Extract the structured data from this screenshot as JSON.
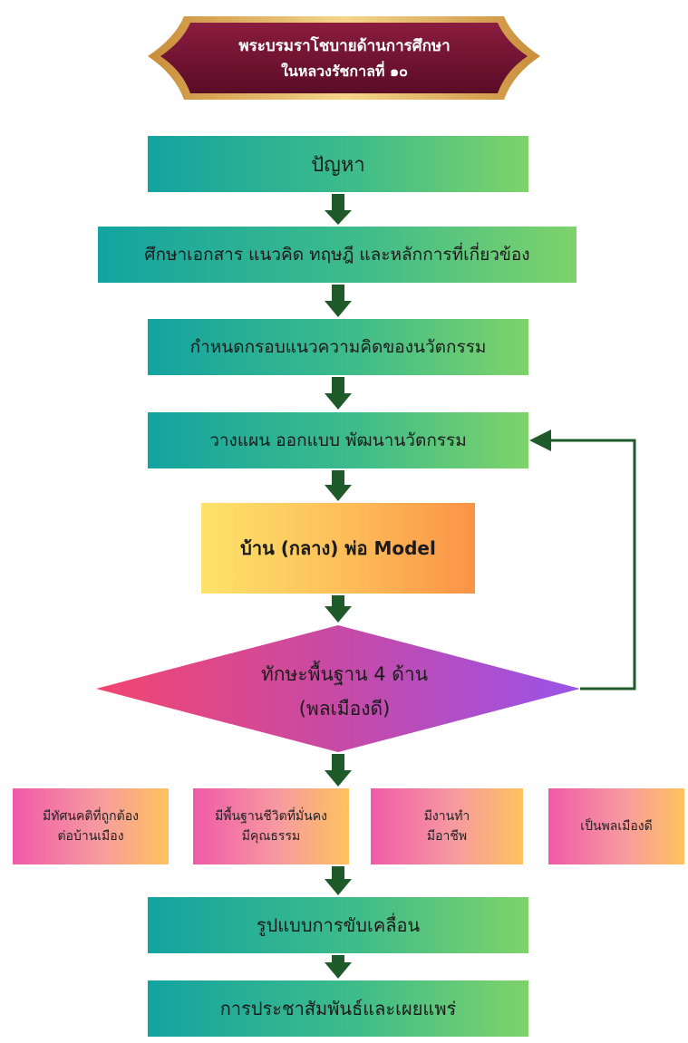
{
  "header": {
    "line1": "พระบรมราโชบายด้านการศึกษา",
    "line2": "ในหลวงรัชกาลที่ ๑๐"
  },
  "steps": {
    "problem": "ปัญหา",
    "study": "ศึกษาเอกสาร แนวคิด ทฤษฎี และหลักการที่เกี่ยวข้อง",
    "framework": "กำหนดกรอบแนวความคิดของนวัตกรรม",
    "plan": "วางแผน ออกแบบ พัฒนานวัตกรรม",
    "model": "บ้าน (กลาง) พ่อ Model",
    "decision_line1": "ทักษะพื้นฐาน 4 ด้าน",
    "decision_line2": "(พลเมืองดี)",
    "drive": "รูปแบบการขับเคลื่อน",
    "publicize": "การประชาสัมพันธ์และเผยแพร่"
  },
  "skills": [
    {
      "line1": "มีทัศนคติที่ถูกต้อง",
      "line2": "ต่อบ้านเมือง"
    },
    {
      "line1": "มีพื้นฐานชีวิตที่มั่นคง",
      "line2": "มีคุณธรรม"
    },
    {
      "line1": "มีงานทำ",
      "line2": "มีอาชีพ"
    },
    {
      "line1": "เป็นพลเมืองดี",
      "line2": ""
    }
  ],
  "colors": {
    "banner": "#6d1230",
    "banner_border": "#e6b866",
    "arrow": "#1f5a2a",
    "teal_start": "#13a3a0",
    "green_end": "#7ed36a",
    "diamond_start": "#f2456e",
    "diamond_end": "#9a52e8"
  }
}
